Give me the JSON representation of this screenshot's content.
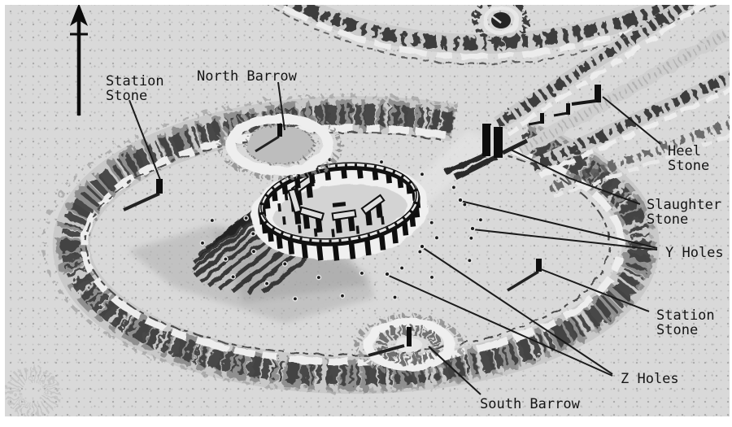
{
  "colors": {
    "canvas": "#d9d9d9",
    "ink": "#141414",
    "paper_frame": "#ffffff",
    "bank_dark": "#3a3a3a",
    "bank_light": "#ececec",
    "shadow": "#b0b0b0"
  },
  "icons": {
    "north_arrow": "north-arrow-icon"
  },
  "diagram": {
    "labels": [
      {
        "id": "station-stone-west",
        "lines": [
          "Station",
          "Stone"
        ]
      },
      {
        "id": "north-barrow",
        "lines": [
          "North Barrow"
        ]
      },
      {
        "id": "heel-stone",
        "lines": [
          "Heel",
          "Stone"
        ]
      },
      {
        "id": "slaughter-stone",
        "lines": [
          "Slaughter",
          "Stone"
        ]
      },
      {
        "id": "y-holes",
        "lines": [
          "Y Holes"
        ]
      },
      {
        "id": "station-stone-east",
        "lines": [
          "Station",
          "Stone"
        ]
      },
      {
        "id": "z-holes",
        "lines": [
          "Z Holes"
        ]
      },
      {
        "id": "south-barrow",
        "lines": [
          "South Barrow"
        ]
      }
    ]
  }
}
